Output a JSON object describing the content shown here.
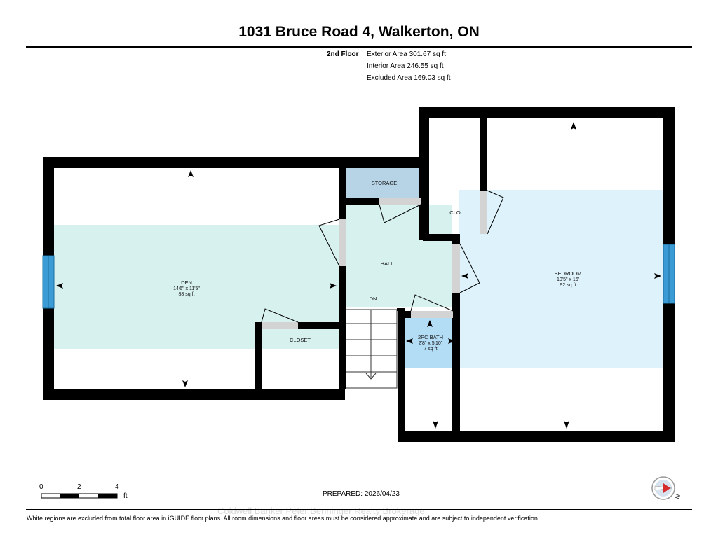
{
  "header": {
    "title": "1031 Bruce Road 4, Walkerton, ON"
  },
  "floor": {
    "name": "2nd Floor",
    "exterior": "Exterior Area 301.67 sq ft",
    "interior": "Interior Area 246.55 sq ft",
    "excluded": "Excluded Area 169.03 sq ft"
  },
  "rooms": {
    "den": {
      "name": "DEN",
      "dims": "14'6\" x 11'5\"",
      "area": "88 sq ft"
    },
    "storage": {
      "name": "STORAGE"
    },
    "clo": {
      "name": "CLO"
    },
    "hall": {
      "name": "HALL"
    },
    "dn": {
      "name": "DN"
    },
    "closet": {
      "name": "CLOSET"
    },
    "bath": {
      "name": "2PC BATH",
      "dims": "2'8\" x 5'10\"",
      "area": "7 sq ft"
    },
    "bedroom": {
      "name": "BEDROOM",
      "dims": "10'5\" x 16'",
      "area": "92 sq ft"
    }
  },
  "scale": {
    "t0": "0",
    "t1": "2",
    "t2": "4",
    "unit": "ft"
  },
  "compass": {
    "label": "N"
  },
  "prepared": "PREPARED: 2026/04/23",
  "watermark": "Coldwell Banker Peter Benninger Realty Brokerage",
  "footer": "White regions are excluded from total floor area in iGUIDE floor plans. All room dimensions and floor areas must be considered approximate and are subject to independent verification.",
  "colors": {
    "wall": "#000000",
    "included_area": "#d7f1ef",
    "bedroom_area": "#ddf2fa",
    "storage_fill": "#b6d4e6",
    "bath_fill": "#b3dcf5",
    "window": "#3a9bd5",
    "door_jamb": "#d3d3d3"
  }
}
